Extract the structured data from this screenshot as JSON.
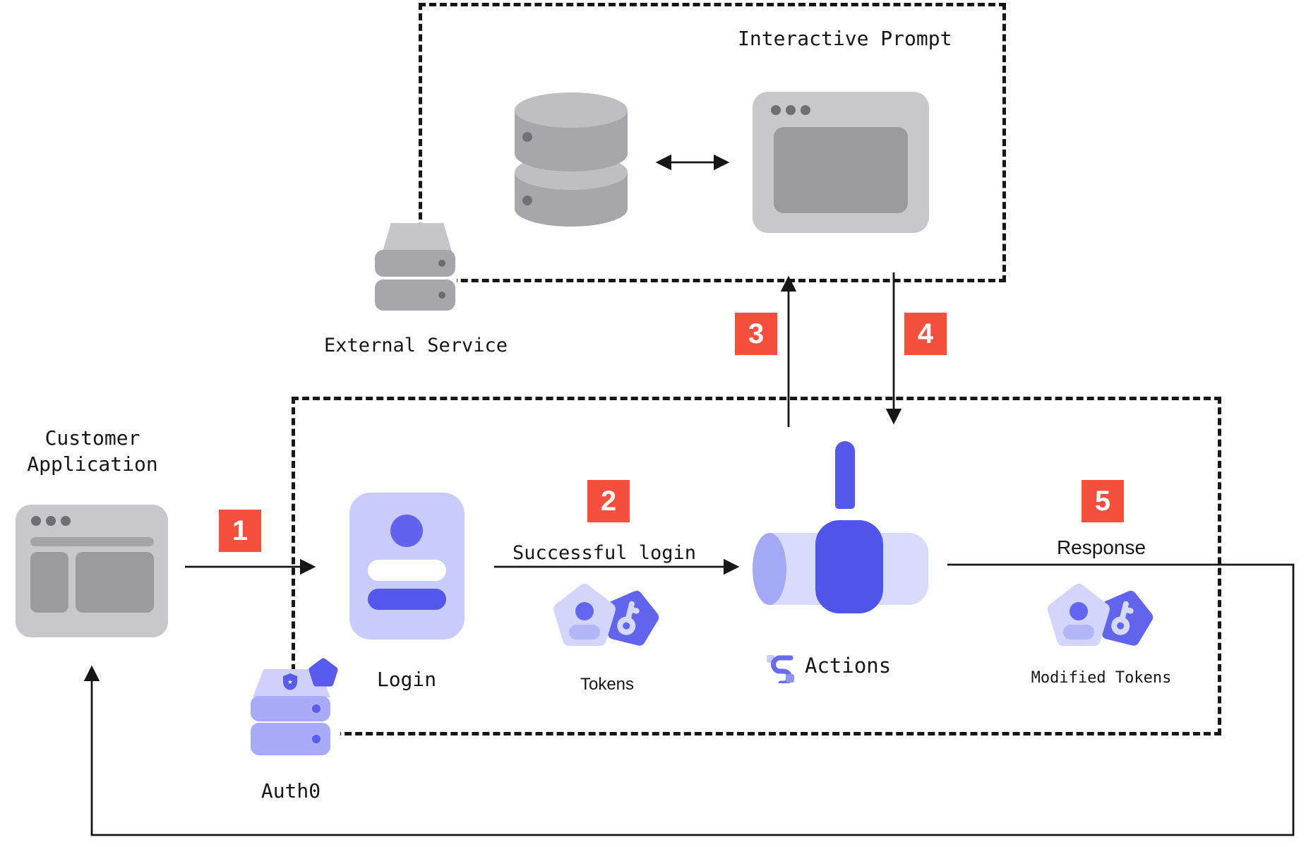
{
  "diagram": {
    "top_box_title": "Interactive Prompt",
    "nodes": {
      "external_service": "External Service",
      "customer_application_line1": "Customer",
      "customer_application_line2": "Application",
      "login": "Login",
      "tokens": "Tokens",
      "actions": "Actions",
      "modified_tokens": "Modified Tokens",
      "auth0": "Auth0"
    },
    "steps": [
      {
        "num": "1",
        "label": ""
      },
      {
        "num": "2",
        "label": "Successful login"
      },
      {
        "num": "3",
        "label": ""
      },
      {
        "num": "4",
        "label": ""
      },
      {
        "num": "5",
        "label": "Response"
      }
    ]
  },
  "colors": {
    "badge_red": "#f5503e",
    "text": "#161616",
    "line": "#161616",
    "peri": "#5a5eec",
    "peri_mid": "#a5a8f5",
    "peri_light": "#cdd0fb",
    "lav_card": "#c9cbfa",
    "gray_light": "#c8c8cc",
    "gray_mid": "#a7a7ab",
    "gray_dark": "#9b9b9f",
    "gray_dot": "#6e6e74"
  }
}
